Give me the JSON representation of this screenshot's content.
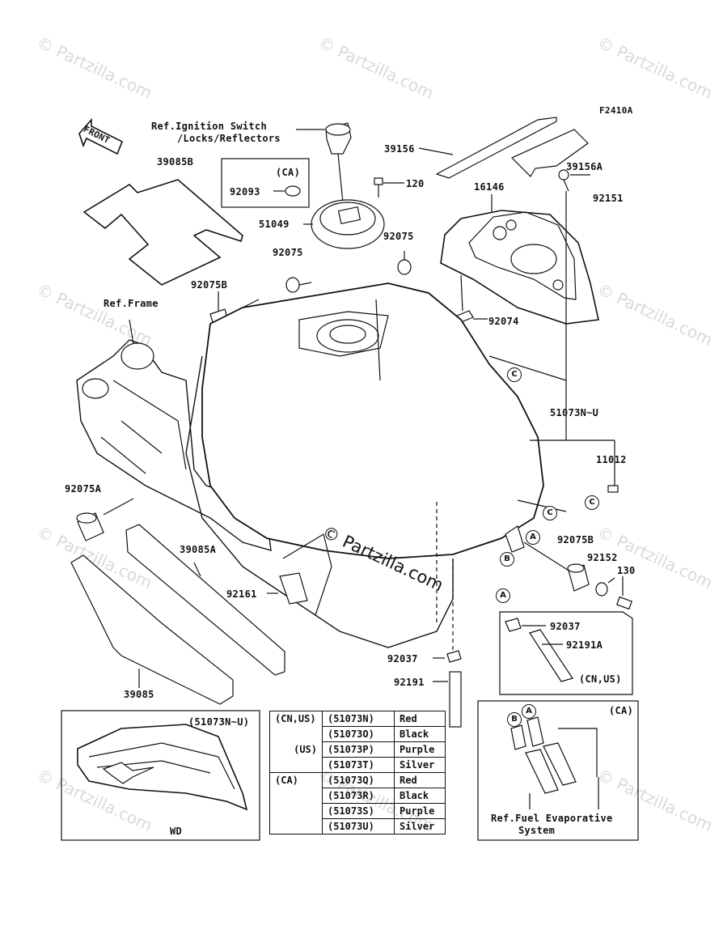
{
  "diagram_code": "F2410A",
  "front_label": "FRONT",
  "watermark": "© Partzilla.com",
  "center_watermark": "© Partzilla.com",
  "refs": {
    "ignition": "Ref.Ignition Switch",
    "ignition_2": "/Locks/Reflectors",
    "frame": "Ref.Frame",
    "fuel_evap_1": "Ref.Fuel Evaporative",
    "fuel_evap_2": "System"
  },
  "parts": [
    {
      "id": "39085B"
    },
    {
      "id": "92093"
    },
    {
      "id": "51049"
    },
    {
      "id": "120"
    },
    {
      "id": "39156"
    },
    {
      "id": "39156A"
    },
    {
      "id": "16146"
    },
    {
      "id": "92151"
    },
    {
      "id": "92075"
    },
    {
      "id": "92075"
    },
    {
      "id": "92074"
    },
    {
      "id": "92075B"
    },
    {
      "id": "51073N~U"
    },
    {
      "id": "11012"
    },
    {
      "id": "92075A"
    },
    {
      "id": "39085A"
    },
    {
      "id": "92161"
    },
    {
      "id": "92075B"
    },
    {
      "id": "92152"
    },
    {
      "id": "130"
    },
    {
      "id": "92037"
    },
    {
      "id": "92191A"
    },
    {
      "id": "92037"
    },
    {
      "id": "92191"
    },
    {
      "id": "39085"
    }
  ],
  "tags": {
    "ca": "(CA)",
    "cn_us": "(CN,US)",
    "ca_right": "(CA)",
    "inset_range": "(51073N~U)",
    "wd": "WD"
  },
  "callouts": {
    "a": "A",
    "b": "B",
    "c": "C"
  },
  "color_table": {
    "rows": [
      {
        "market": "(CN,US)",
        "code": "(51073N)",
        "color": "Red"
      },
      {
        "market": "",
        "code": "(51073O)",
        "color": "Black"
      },
      {
        "market": "(US)",
        "code": "(51073P)",
        "color": "Purple"
      },
      {
        "market": "",
        "code": "(51073T)",
        "color": "Silver"
      },
      {
        "market": "(CA)",
        "code": "(51073Q)",
        "color": "Red"
      },
      {
        "market": "",
        "code": "(51073R)",
        "color": "Black"
      },
      {
        "market": "",
        "code": "(51073S)",
        "color": "Purple"
      },
      {
        "market": "",
        "code": "(51073U)",
        "color": "Silver"
      }
    ]
  }
}
